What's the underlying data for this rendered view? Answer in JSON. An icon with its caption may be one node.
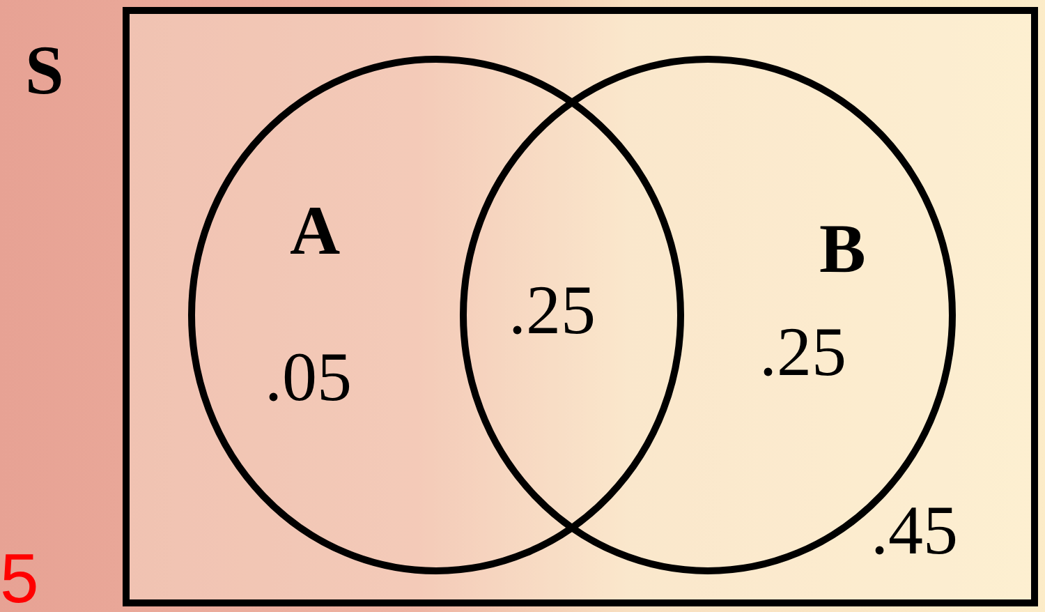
{
  "diagram": {
    "nodes": [
      {
        "text": [
          "S"
        ]
      },
      {
        "text": [
          "A"
        ],
        "in": 0
      },
      {
        "text": [
          "B"
        ],
        "in": 0
      }
    ],
    "labels": [
      ".05",
      ".25",
      ".25",
      ".45",
      "5"
    ]
  }
}
